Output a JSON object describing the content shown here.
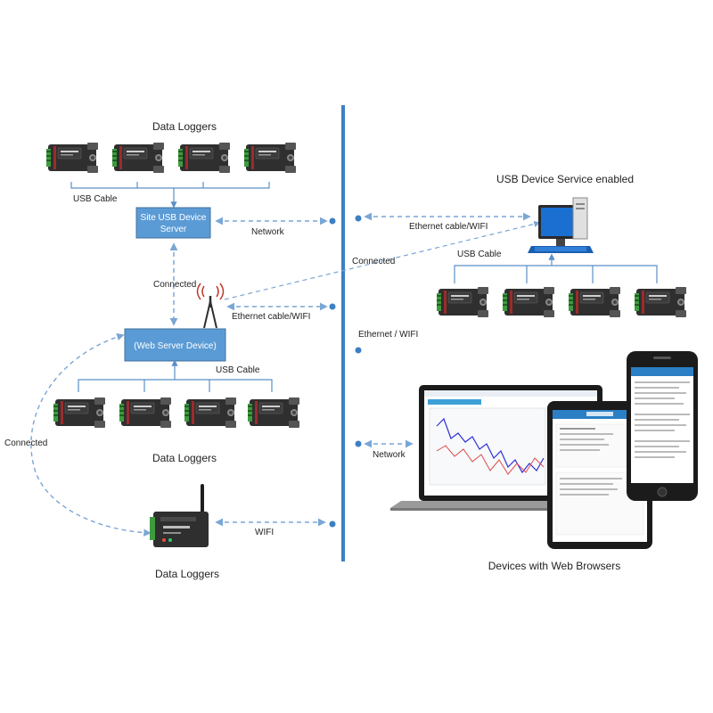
{
  "labels": {
    "data_loggers_top": "Data Loggers",
    "usb_cable_top": "USB Cable",
    "site_server_line1": "Site USB Device",
    "site_server_line2": "Server",
    "network_top": "Network",
    "connected_vertical": "Connected",
    "ethernet_wifi_mid": "Ethernet cable/WIFI",
    "web_server_device": "(Web Server Device)",
    "usb_cable_mid": "USB Cable",
    "connected_left": "Connected",
    "data_loggers_mid": "Data Loggers",
    "wifi_bottom": "WIFI",
    "data_loggers_bottom": "Data Loggers",
    "usb_service": "USB Device Service enabled",
    "ethernet_wifi_right": "Ethernet cable/WIFI",
    "connected_right": "Connected",
    "usb_cable_right": "USB Cable",
    "ethernet_wifi_backbone": "Ethernet / WIFI",
    "network_right": "Network",
    "devices_with_browsers": "Devices with Web Browsers"
  },
  "colors": {
    "backbone": "#3d7fc4",
    "box_fill": "#5b9bd5",
    "box_stroke": "#41719c",
    "line": "#5b8fc7",
    "dashed": "#8fb3dc",
    "logger_body": "#2f2f2f",
    "terminal_green": "#3e9b3e"
  },
  "icons": {
    "logger": "usb-data-logger-icon",
    "antenna": "wifi-antenna-icon",
    "computer": "desktop-computer-icon",
    "wifi_logger": "wifi-data-logger-icon",
    "laptop": "laptop-icon",
    "tablet": "tablet-icon",
    "phone": "smartphone-icon"
  }
}
